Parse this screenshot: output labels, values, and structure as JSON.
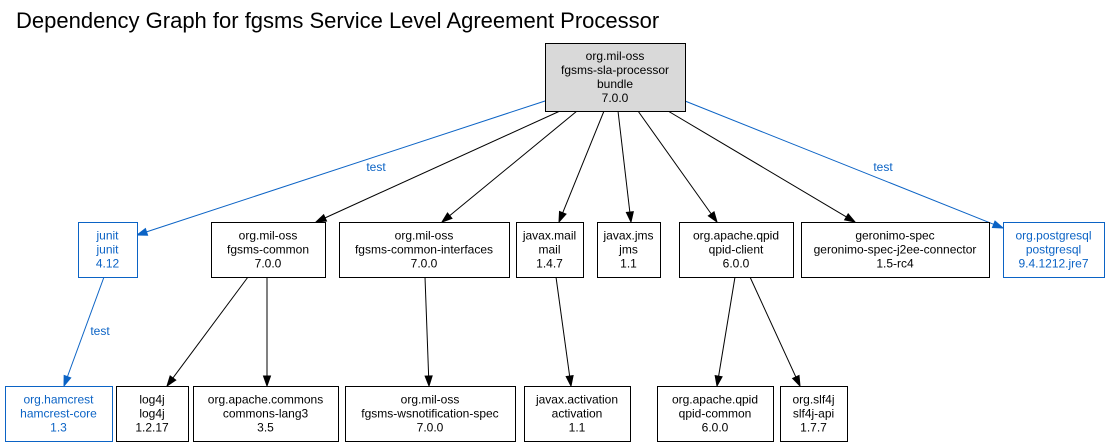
{
  "title": "Dependency Graph for fgsms Service Level Agreement Processor",
  "colors": {
    "test_scope": "#0b63c5",
    "compile_scope": "#000000",
    "root_fill": "#d9d9d9"
  },
  "nodes": [
    {
      "id": "root",
      "lines": [
        "org.mil-oss",
        "fgsms-sla-processor",
        "bundle",
        "7.0.0"
      ],
      "scope": "root"
    },
    {
      "id": "junit",
      "lines": [
        "junit",
        "junit",
        "4.12"
      ],
      "scope": "test"
    },
    {
      "id": "fgsms-common",
      "lines": [
        "org.mil-oss",
        "fgsms-common",
        "7.0.0"
      ],
      "scope": "compile"
    },
    {
      "id": "fgsms-common-interfaces",
      "lines": [
        "org.mil-oss",
        "fgsms-common-interfaces",
        "7.0.0"
      ],
      "scope": "compile"
    },
    {
      "id": "mail",
      "lines": [
        "javax.mail",
        "mail",
        "1.4.7"
      ],
      "scope": "compile"
    },
    {
      "id": "jms",
      "lines": [
        "javax.jms",
        "jms",
        "1.1"
      ],
      "scope": "compile"
    },
    {
      "id": "qpid-client",
      "lines": [
        "org.apache.qpid",
        "qpid-client",
        "6.0.0"
      ],
      "scope": "compile"
    },
    {
      "id": "geronimo",
      "lines": [
        "geronimo-spec",
        "geronimo-spec-j2ee-connector",
        "1.5-rc4"
      ],
      "scope": "compile"
    },
    {
      "id": "postgresql",
      "lines": [
        "org.postgresql",
        "postgresql",
        "9.4.1212.jre7"
      ],
      "scope": "test"
    },
    {
      "id": "hamcrest",
      "lines": [
        "org.hamcrest",
        "hamcrest-core",
        "1.3"
      ],
      "scope": "test"
    },
    {
      "id": "log4j",
      "lines": [
        "log4j",
        "log4j",
        "1.2.17"
      ],
      "scope": "compile"
    },
    {
      "id": "commons-lang3",
      "lines": [
        "org.apache.commons",
        "commons-lang3",
        "3.5"
      ],
      "scope": "compile"
    },
    {
      "id": "wsnotification",
      "lines": [
        "org.mil-oss",
        "fgsms-wsnotification-spec",
        "7.0.0"
      ],
      "scope": "compile"
    },
    {
      "id": "activation",
      "lines": [
        "javax.activation",
        "activation",
        "1.1"
      ],
      "scope": "compile"
    },
    {
      "id": "qpid-common",
      "lines": [
        "org.apache.qpid",
        "qpid-common",
        "6.0.0"
      ],
      "scope": "compile"
    },
    {
      "id": "slf4j",
      "lines": [
        "org.slf4j",
        "slf4j-api",
        "1.7.7"
      ],
      "scope": "compile"
    }
  ],
  "edges": [
    {
      "from": "root",
      "to": "junit",
      "label": "test",
      "scope": "test"
    },
    {
      "from": "root",
      "to": "fgsms-common",
      "label": "",
      "scope": "compile"
    },
    {
      "from": "root",
      "to": "fgsms-common-interfaces",
      "label": "",
      "scope": "compile"
    },
    {
      "from": "root",
      "to": "mail",
      "label": "",
      "scope": "compile"
    },
    {
      "from": "root",
      "to": "jms",
      "label": "",
      "scope": "compile"
    },
    {
      "from": "root",
      "to": "qpid-client",
      "label": "",
      "scope": "compile"
    },
    {
      "from": "root",
      "to": "geronimo",
      "label": "",
      "scope": "compile"
    },
    {
      "from": "root",
      "to": "postgresql",
      "label": "test",
      "scope": "test"
    },
    {
      "from": "junit",
      "to": "hamcrest",
      "label": "test",
      "scope": "test"
    },
    {
      "from": "fgsms-common",
      "to": "log4j",
      "label": "",
      "scope": "compile"
    },
    {
      "from": "fgsms-common",
      "to": "commons-lang3",
      "label": "",
      "scope": "compile"
    },
    {
      "from": "fgsms-common-interfaces",
      "to": "wsnotification",
      "label": "",
      "scope": "compile"
    },
    {
      "from": "mail",
      "to": "activation",
      "label": "",
      "scope": "compile"
    },
    {
      "from": "qpid-client",
      "to": "qpid-common",
      "label": "",
      "scope": "compile"
    },
    {
      "from": "qpid-client",
      "to": "slf4j",
      "label": "",
      "scope": "compile"
    }
  ]
}
